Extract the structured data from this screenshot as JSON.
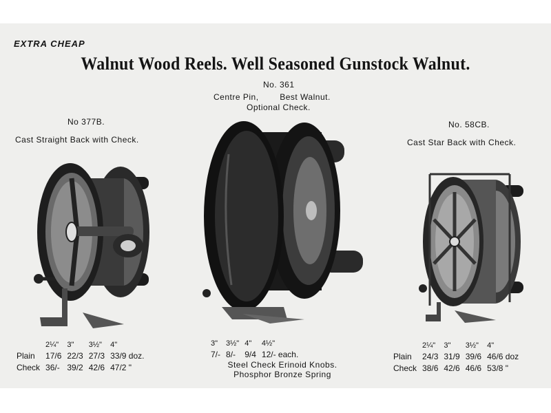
{
  "header": {
    "tag": "EXTRA CHEAP",
    "headline": "Walnut Wood Reels.  Well Seasoned Gunstock Walnut."
  },
  "products": [
    {
      "number": "No 377B.",
      "description": "Cast Straight Back with Check.",
      "sizes": [
        "2¼\"",
        "3\"",
        "3½\"",
        "4\""
      ],
      "rows": [
        {
          "label": "Plain",
          "prices": [
            "17/6",
            "22/3",
            "27/3",
            "33/9 doz."
          ]
        },
        {
          "label": "Check",
          "prices": [
            "36/-",
            "39/2",
            "42/6",
            "47/2 \""
          ]
        }
      ]
    },
    {
      "number": "No. 361",
      "line1": "Centre Pin,        Best Walnut.",
      "line2": "Optional Check.",
      "sizes": [
        "3\"",
        "3½\"",
        "4\"",
        "4½\""
      ],
      "prices": [
        "7/-",
        "8/-",
        "9/4",
        "12/- each."
      ],
      "footer1": "Steel Check Erinoid Knobs.",
      "footer2": "Phosphor Bronze Spring"
    },
    {
      "number": "No. 58CB.",
      "description": "Cast Star Back with Check.",
      "sizes": [
        "2¼\"",
        "3\"",
        "3½\"",
        "4\""
      ],
      "rows": [
        {
          "label": "Plain",
          "prices": [
            "24/3",
            "31/9",
            "39/6",
            "46/6 doz"
          ]
        },
        {
          "label": "Check",
          "prices": [
            "38/6",
            "42/6",
            "46/6",
            "53/8 \""
          ]
        }
      ]
    }
  ]
}
